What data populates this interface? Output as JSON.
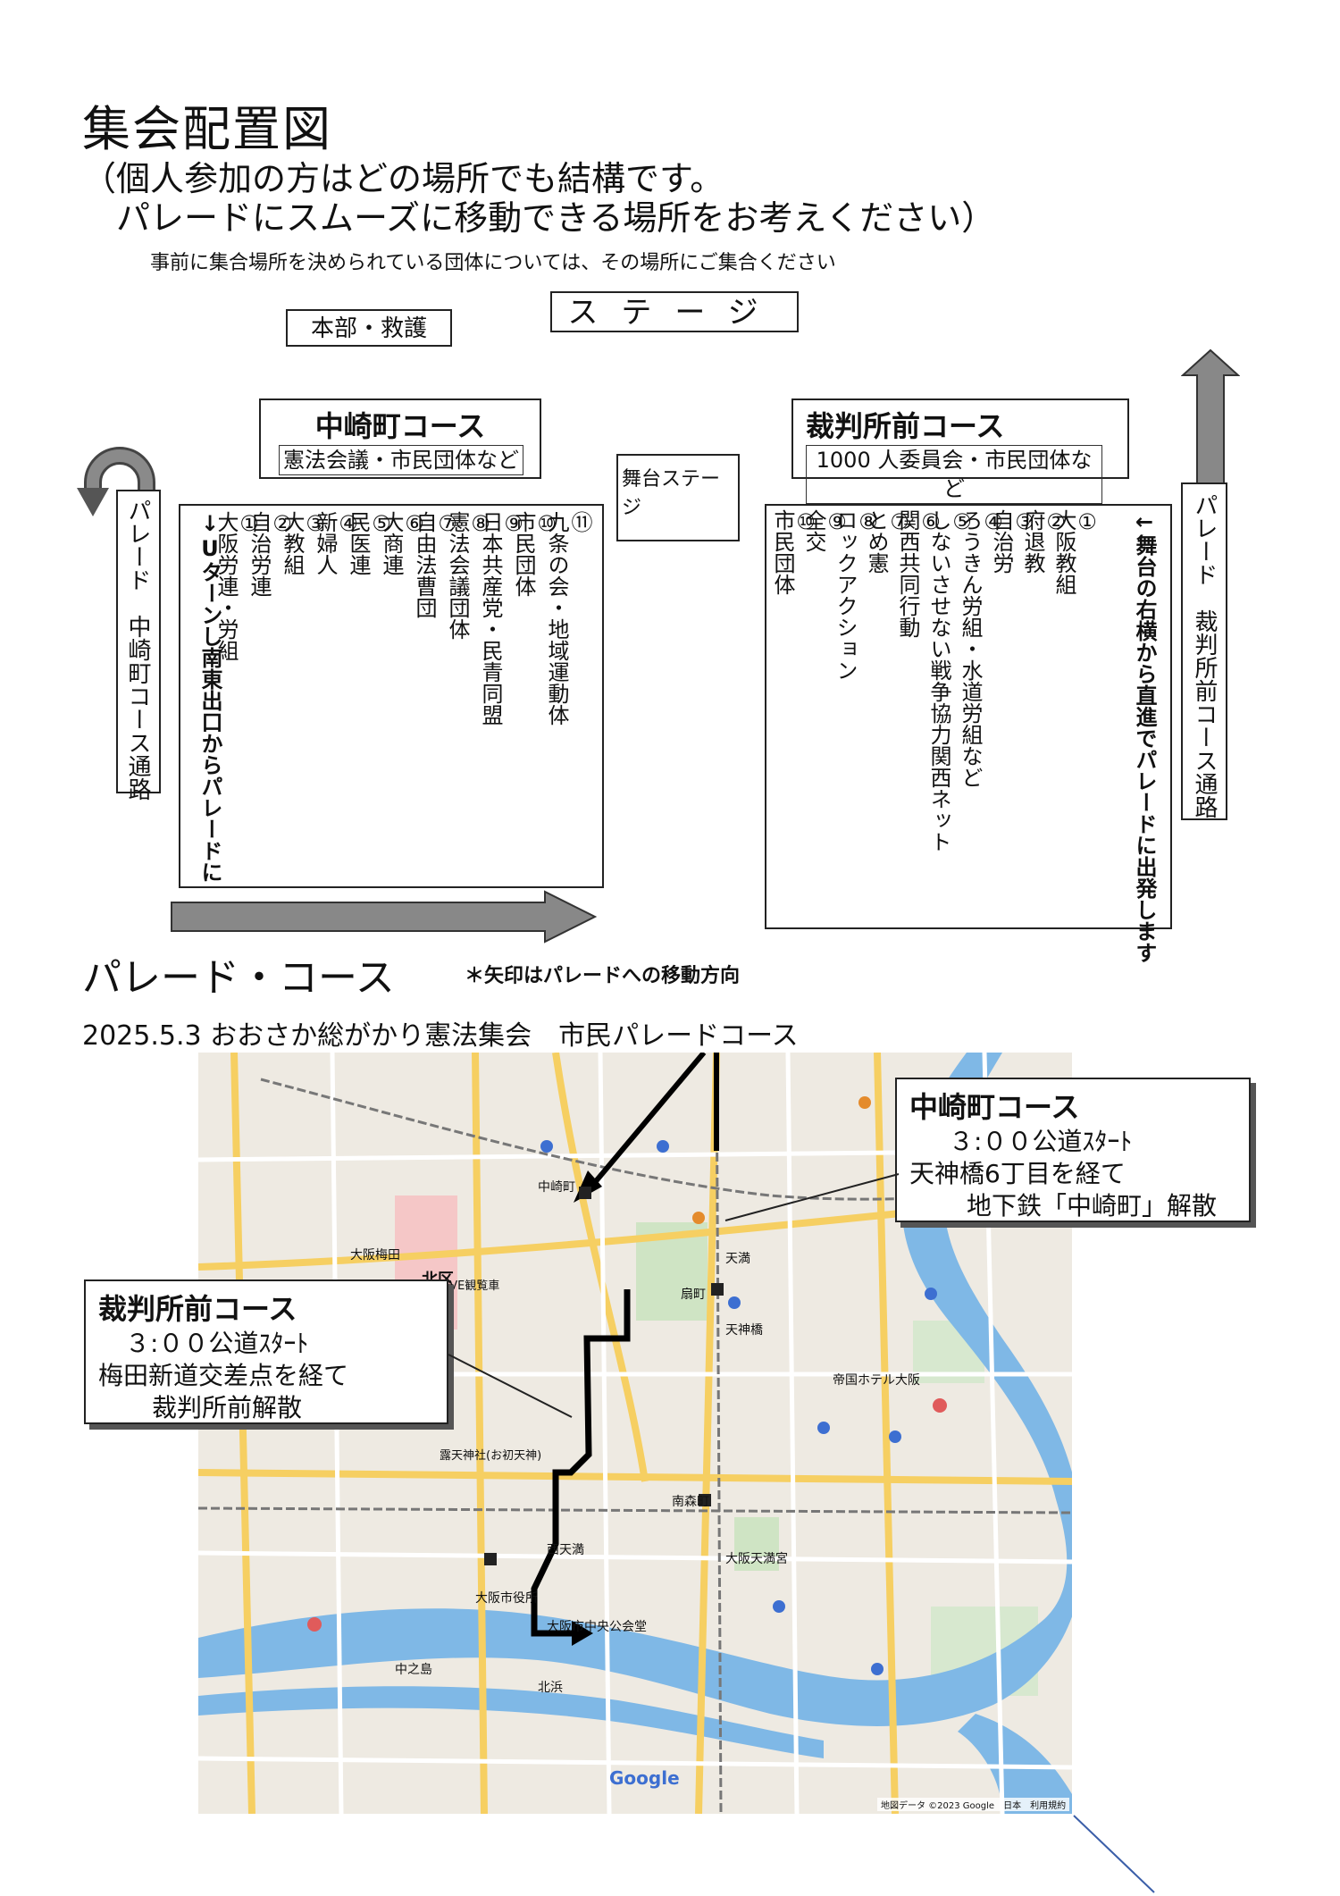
{
  "title": "集会配置図",
  "subtitle_line1": "（個人参加の方はどの場所でも結構です。",
  "subtitle_line2": "パレードにスムーズに移動できる場所をお考えください）",
  "note": "事前に集合場所を決められている団体については、その場所にご集合ください",
  "stage_label": "ステージ",
  "hq_label": "本部・救護",
  "butai_label": "舞台ステージ",
  "nakazaki": {
    "title": "中崎町コース",
    "group_label": "憲法会議・市民団体など",
    "side_label": "パレード　中崎町コース通路",
    "uturn_label": "↓Uターンし南東出口からパレードに",
    "columns": [
      {
        "num": "⑪",
        "text": "九条の会・地域運動体"
      },
      {
        "num": "⑩",
        "text": "市民団体"
      },
      {
        "num": "⑨",
        "text": "日本共産党・民青同盟"
      },
      {
        "num": "⑧",
        "text": "憲法会議団体"
      },
      {
        "num": "⑦",
        "text": "自由法曹団"
      },
      {
        "num": "⑥",
        "text": "大商連"
      },
      {
        "num": "⑤",
        "text": "民医連"
      },
      {
        "num": "④",
        "text": "新婦人"
      },
      {
        "num": "③",
        "text": "大教組"
      },
      {
        "num": "②",
        "text": "自治労連"
      },
      {
        "num": "①",
        "text": "大阪労連・労組"
      }
    ]
  },
  "saibansho": {
    "title": "裁判所前コース",
    "group_label": "1000 人委員会・市民団体など",
    "side_label": "パレード　裁判所前コース通路",
    "start_label": "←舞台の右横から直進でパレードに出発します",
    "columns": [
      {
        "num": "①",
        "text": "大阪教組"
      },
      {
        "num": "②",
        "text": "府退教"
      },
      {
        "num": "③",
        "text": "自治労"
      },
      {
        "num": "④",
        "text": "ろうきん労組・水道労組など"
      },
      {
        "num": "⑤",
        "text": "しないさせない戦争協力関西ネット"
      },
      {
        "num": "⑥",
        "text": "関西共同行動"
      },
      {
        "num": "⑦",
        "text": "とめ憲"
      },
      {
        "num": "⑧",
        "text": "ロックアクション"
      },
      {
        "num": "⑨",
        "text": "全交"
      },
      {
        "num": "⑩",
        "text": "市民団体"
      }
    ]
  },
  "parade_heading": "パレード・コース",
  "arrow_note": "＊矢印はパレードへの移動方向",
  "map_title": "2025.5.3 おおさか総がかり憲法集会　市民パレードコース",
  "callout_nakazaki": {
    "title": "中崎町コース",
    "line1": "３:００公道ｽﾀｰﾄ",
    "line2": "天神橋6丁目を経て",
    "line3": "地下鉄「中崎町」解散"
  },
  "callout_saibansho": {
    "title": "裁判所前コース",
    "line1": "３:００公道ｽﾀｰﾄ",
    "line2": "梅田新道交差点を経て",
    "line3": "裁判所前解散"
  },
  "map_labels": [
    {
      "id": "kita",
      "text": "北区"
    },
    {
      "id": "nakazakicho",
      "text": "中崎町"
    },
    {
      "id": "ogimachi",
      "text": "扇町"
    },
    {
      "id": "tenma",
      "text": "天満"
    },
    {
      "id": "minamimorimachi",
      "text": "南森町"
    },
    {
      "id": "osakatenmangu",
      "text": "大阪天満宮"
    },
    {
      "id": "nishitenma",
      "text": "西天満"
    },
    {
      "id": "osakashiyakusho",
      "text": "大阪市役所"
    },
    {
      "id": "chuokokaido",
      "text": "大阪市中央公会堂"
    },
    {
      "id": "umeda",
      "text": "大阪梅田"
    },
    {
      "id": "nakanoshima",
      "text": "中之島"
    },
    {
      "id": "kitahama",
      "text": "北浜"
    },
    {
      "id": "tenjinbashi",
      "text": "天神橋"
    },
    {
      "id": "imperial",
      "text": "帝国ホテル大阪"
    },
    {
      "id": "hepfive",
      "text": "HEP FIVE観覧車"
    },
    {
      "id": "tsuyunoten",
      "text": "露天神社(お初天神)"
    },
    {
      "id": "google",
      "text": "Google"
    },
    {
      "id": "mapcredit",
      "text": "地図データ ©2023 Google　日本　利用規約"
    }
  ]
}
